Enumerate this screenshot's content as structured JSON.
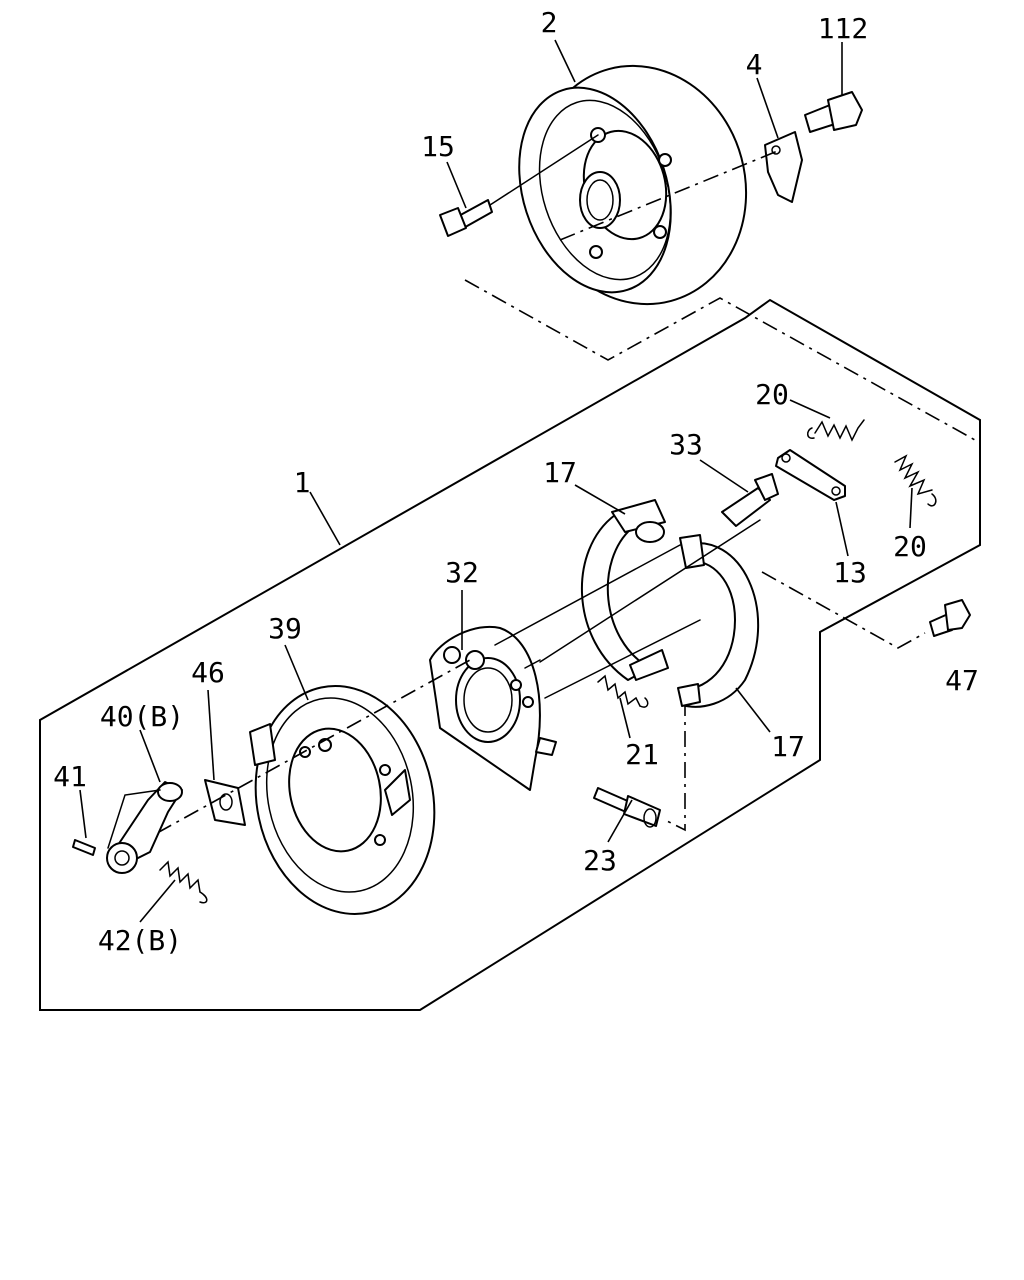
{
  "callouts": {
    "c2": "2",
    "c112": "112",
    "c4": "4",
    "c15": "15",
    "c20a": "20",
    "c33": "33",
    "c17a": "17",
    "c20b": "20",
    "c13": "13",
    "c1": "1",
    "c32": "32",
    "c39": "39",
    "c46": "46",
    "c40": "40(B)",
    "c47": "47",
    "c21": "21",
    "c17b": "17",
    "c41": "41",
    "c23": "23",
    "c42": "42(B)"
  }
}
